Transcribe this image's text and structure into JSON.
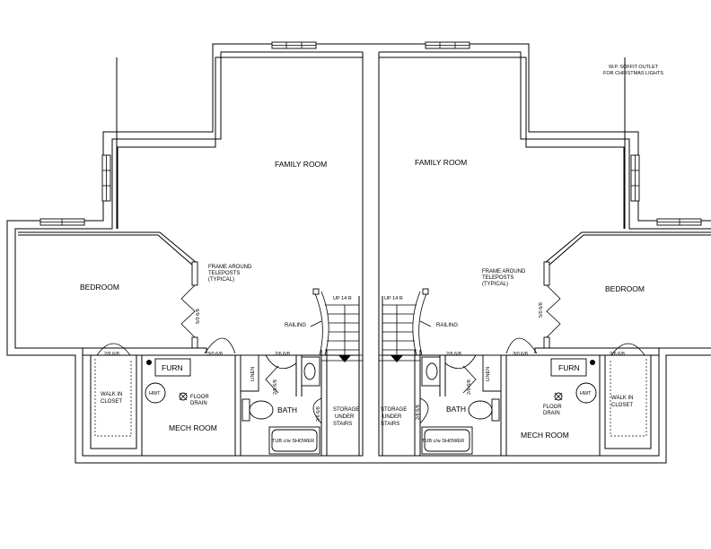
{
  "note": {
    "line1": "W.P. SOFFIT OUTLET",
    "line2": "FOR CHRISTMAS LIGHTS"
  },
  "left_unit": {
    "family_room": "FAMILY ROOM",
    "bedroom": "BEDROOM",
    "frame_note": [
      "FRAME AROUND",
      "TELEPOSTS",
      "(TYPICAL)"
    ],
    "door_bedroom": "5/0 6/8",
    "stair_up": "UP 14 R",
    "railing": "RAILING",
    "door_closet": "2/6 6/8",
    "door_mech": "3/0 6/8",
    "door_bath_top": "2/6 6/8",
    "door_linen_side": "2/6 6/8",
    "door_storage": "2/6 6/8",
    "walk_in_closet": [
      "WALK IN",
      "CLOSET"
    ],
    "furn": "FURN",
    "hwt": "HWT",
    "floor_drain": [
      "FLOOR",
      "DRAIN"
    ],
    "mech_room": "MECH ROOM",
    "linen": "LINEN",
    "bath": "BATH",
    "tub": "TUB c/w SHOWER",
    "storage": [
      "STORAGE",
      "UNDER",
      "STAIRS"
    ]
  },
  "right_unit": {
    "family_room": "FAMILY ROOM",
    "bedroom": "BEDROOM",
    "frame_note": [
      "FRAME AROUND",
      "TELEPOSTS",
      "(TYPICAL)"
    ],
    "door_bedroom": "5/0 6/8",
    "stair_up": "UP 14 R",
    "railing": "RAILING",
    "door_closet": "2/6 6/8",
    "door_mech": "3/0 6/8",
    "door_bath_top": "2/6 6/8",
    "door_linen_side": "2/6 6/8",
    "door_storage": "2/6 6/8",
    "walk_in_closet": [
      "WALK IN",
      "CLOSET"
    ],
    "furn": "FURN",
    "hwt": "HWT",
    "floor_drain": [
      "FLOOR",
      "DRAIN"
    ],
    "mech_room": "MECH ROOM",
    "linen": "LINEN",
    "bath": "BATH",
    "tub": "TUB c/w SHOWER",
    "storage": [
      "STORAGE",
      "UNDER",
      "STAIRS"
    ]
  }
}
